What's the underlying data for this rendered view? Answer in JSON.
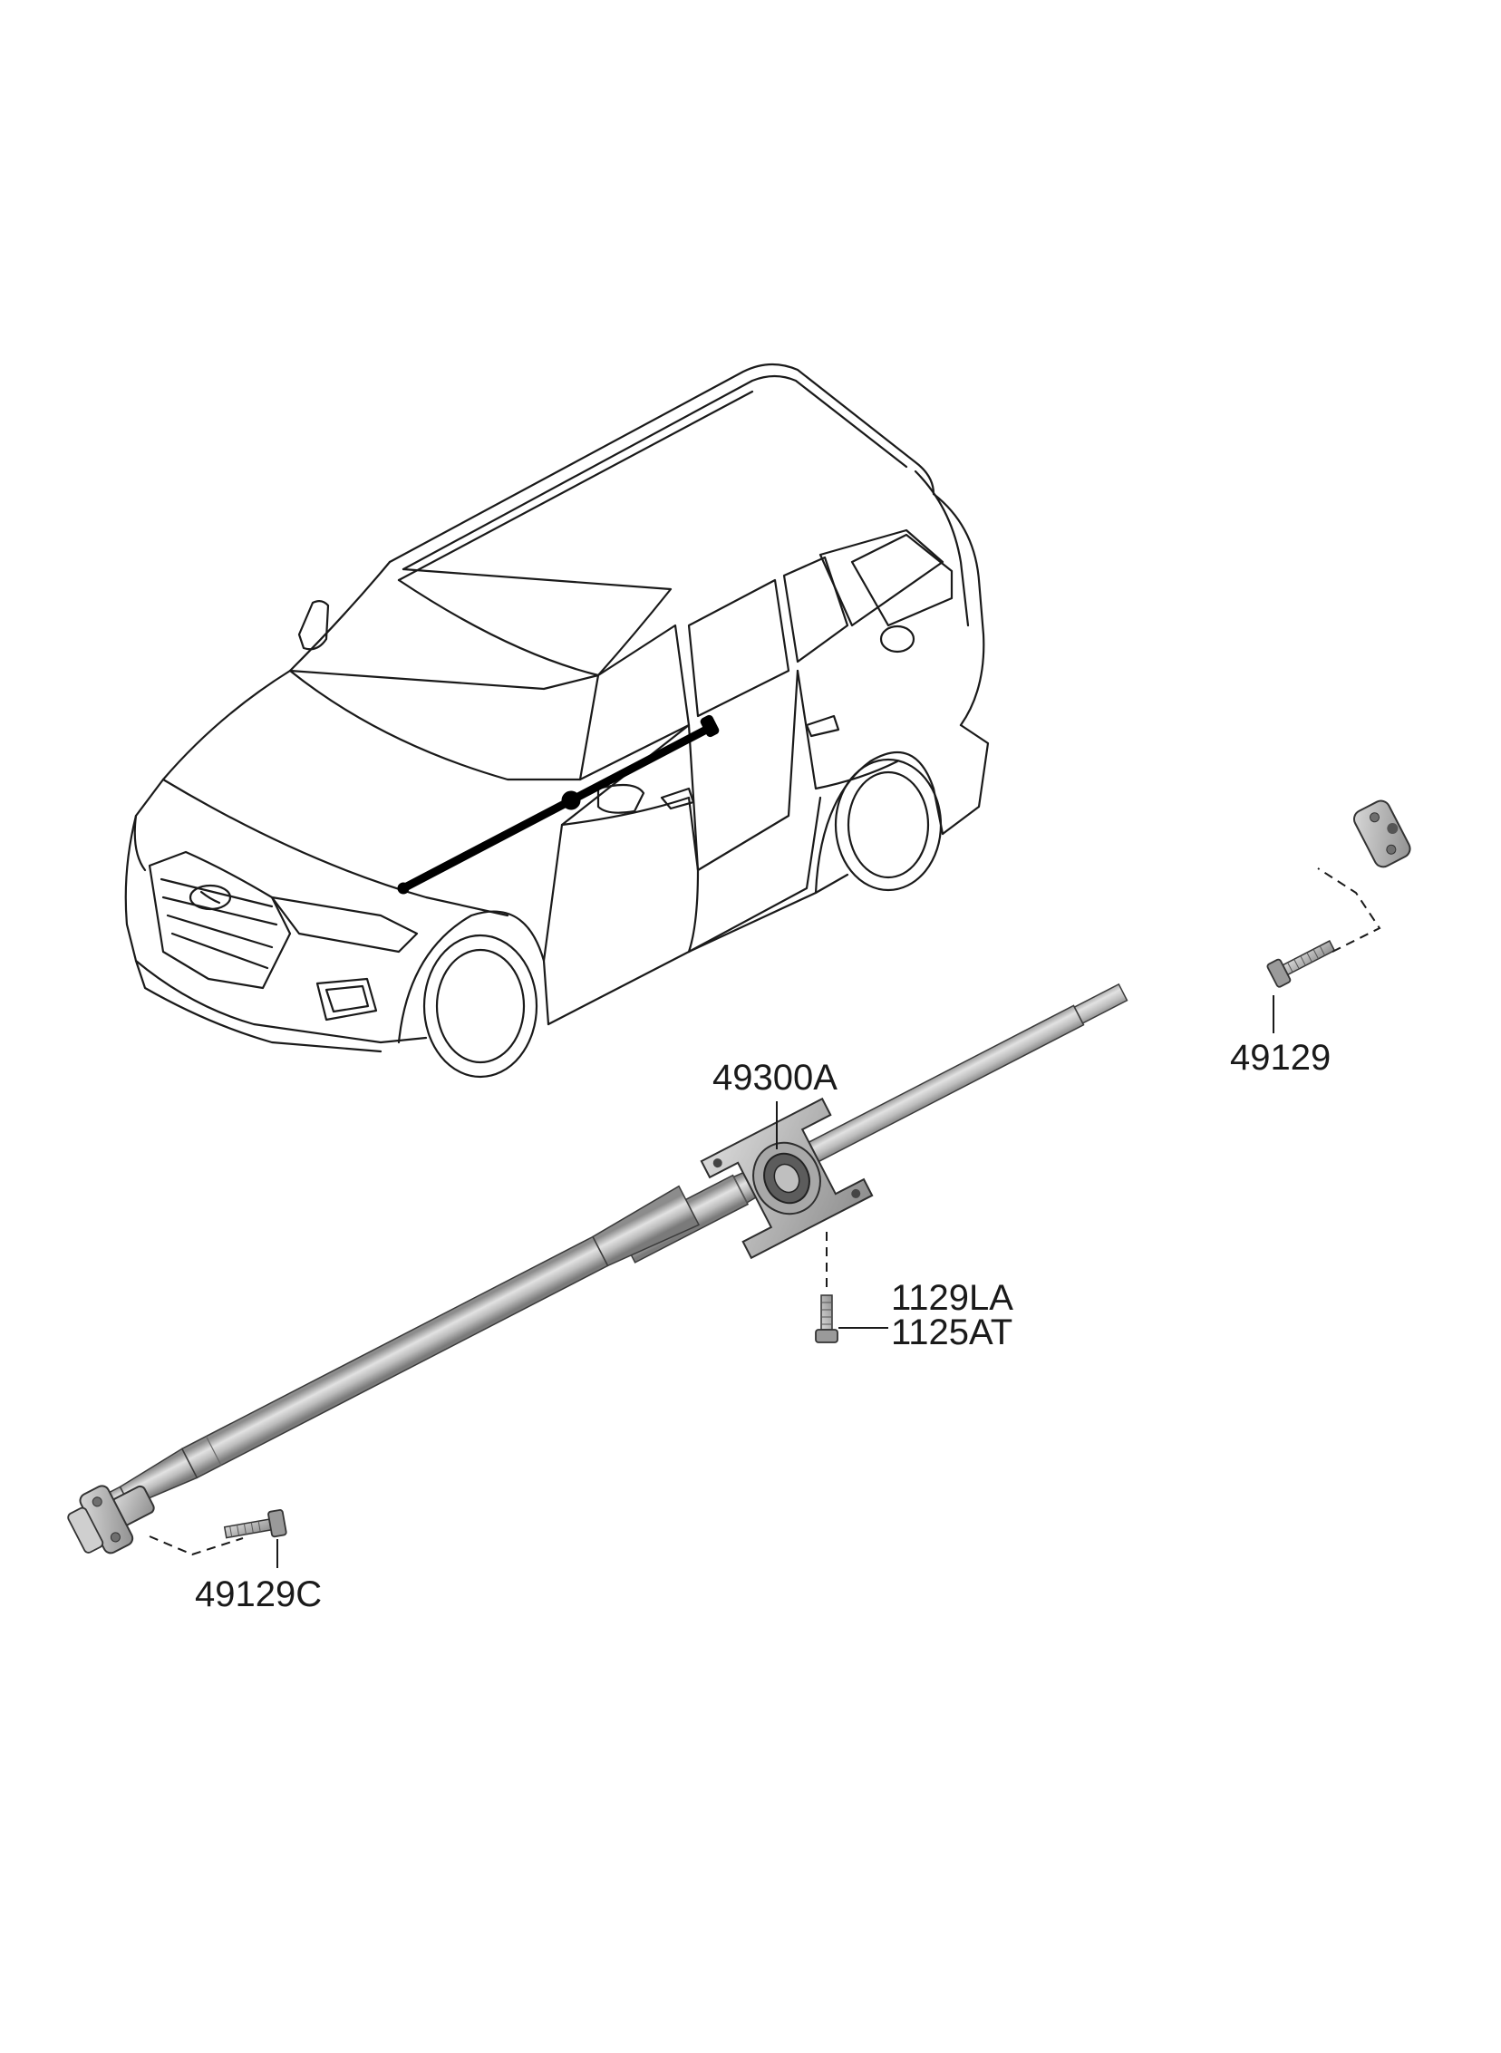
{
  "diagram": {
    "callouts": {
      "center_bearing": "49300A",
      "rear_flange_bolt": "49129",
      "front_flange_bolt": "49129C",
      "bracket_bolt_1": "1129LA",
      "bracket_bolt_2": "1125AT"
    },
    "colors": {
      "line": "#1a1a1a",
      "shaft_dark": "#8c8c8c",
      "shaft_mid": "#b5b5b5",
      "shaft_light": "#dcdcdc",
      "highlight": "#000000"
    }
  }
}
